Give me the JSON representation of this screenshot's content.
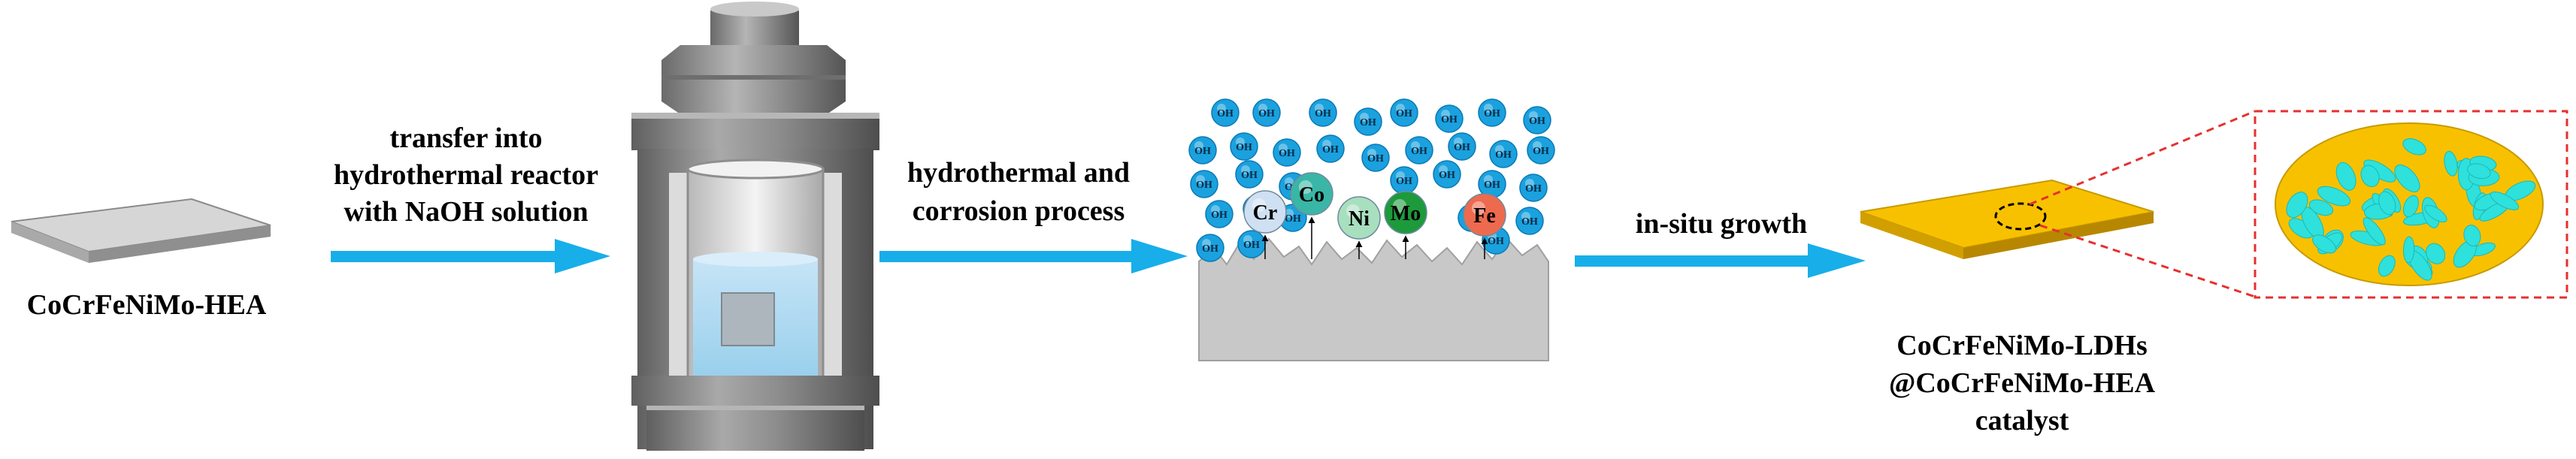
{
  "steps": {
    "start_label": "CoCrFeNiMo-HEA",
    "transfer_label": [
      "transfer into",
      "hydrothermal reactor",
      "with NaOH solution"
    ],
    "process_label": [
      "hydrothermal and",
      "corrosion process"
    ],
    "growth_label": "in-situ growth",
    "product_label": [
      "CoCrFeNiMo-LDHs",
      "@CoCrFeNiMo-HEA",
      "catalyst"
    ]
  },
  "ions": {
    "hydroxide": "OH",
    "metals": [
      {
        "symbol": "Cr",
        "color": "#cfe0f3"
      },
      {
        "symbol": "Co",
        "color": "#3ab6a6"
      },
      {
        "symbol": "Ni",
        "color": "#a8dfbf"
      },
      {
        "symbol": "Mo",
        "color": "#1d9a3c"
      },
      {
        "symbol": "Fe",
        "color": "#ee6a4f"
      }
    ]
  },
  "colors": {
    "arrow": "#18aeea",
    "hydroxide": "#1aa1de",
    "alloy": "#c8c8c8",
    "catalyst": "#f8c100",
    "ldh_sheet": "#2ee1dc",
    "zoom_box": "#e5312f",
    "reactor": "#808080"
  }
}
